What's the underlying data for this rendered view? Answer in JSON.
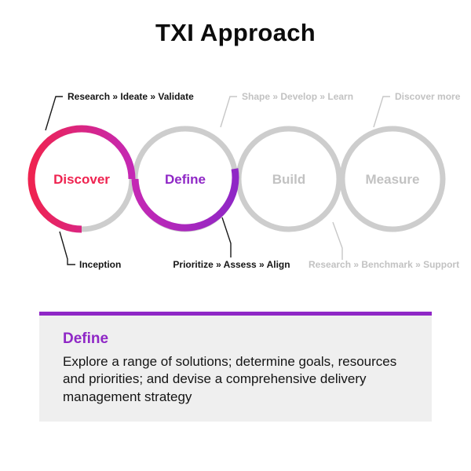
{
  "title": "TXI Approach",
  "colors": {
    "pink": "#EF2350",
    "magenta": "#C428B4",
    "purple": "#8F27C6",
    "gray_circle": "#CDCDCD",
    "gray_text": "#C2C2C2"
  },
  "diagram": {
    "stages": [
      {
        "label": "Discover",
        "top_annotation": "Research » Ideate » Validate",
        "bottom_annotation": "Inception"
      },
      {
        "label": "Define",
        "bottom_annotation": "Prioritize » Assess » Align"
      },
      {
        "label": "Build",
        "top_annotation": "Shape » Develop » Learn",
        "bottom_annotation": "Research » Benchmark » Support"
      },
      {
        "label": "Measure",
        "top_annotation": "Discover more"
      }
    ]
  },
  "card": {
    "heading": "Define",
    "body": "Explore a range of solutions; determine goals, resources and priorities; and devise a comprehensive delivery management strategy"
  }
}
